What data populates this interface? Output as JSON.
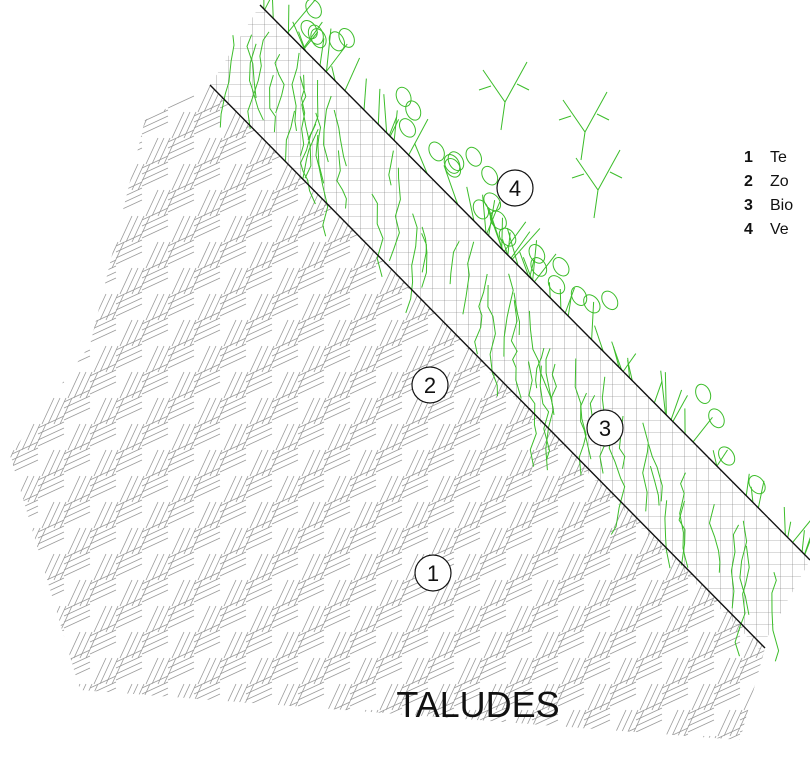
{
  "title": "TALUDES",
  "markers": [
    "1",
    "2",
    "3",
    "4"
  ],
  "legend": [
    {
      "num": "1",
      "text": "Te"
    },
    {
      "num": "2",
      "text": "Zo"
    },
    {
      "num": "3",
      "text": "Bio"
    },
    {
      "num": "4",
      "text": "Ve"
    }
  ],
  "colors": {
    "soil_hatch": "#9a9a9a",
    "vegetation": "#3cbd2a",
    "grid": "#6f6f6f",
    "lines": "#111111"
  }
}
